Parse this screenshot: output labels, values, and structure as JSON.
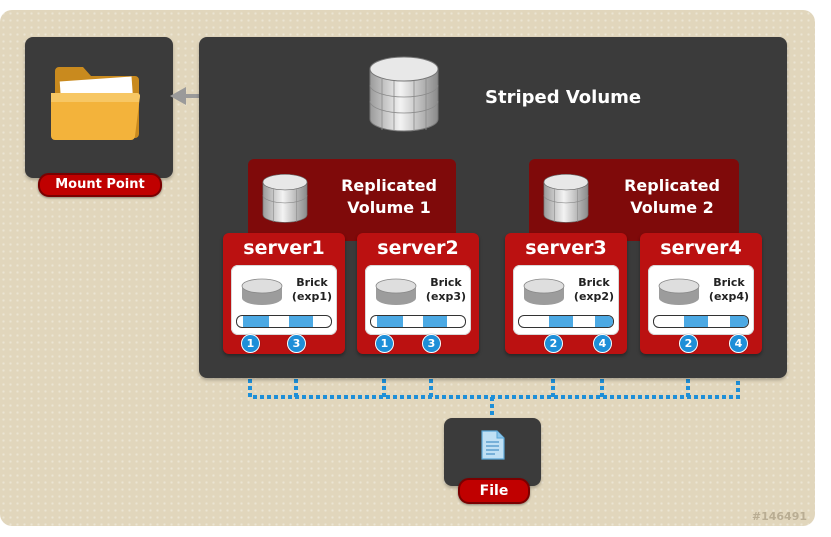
{
  "mount_point": {
    "label": "Mount Point",
    "icon": "folder-icon"
  },
  "striped_volume": {
    "label": "Striped Volume",
    "icon": "disk-stack-icon"
  },
  "replicated_volumes": [
    {
      "label_line1": "Replicated",
      "label_line2": "Volume 1"
    },
    {
      "label_line1": "Replicated",
      "label_line2": "Volume 2"
    }
  ],
  "servers": [
    {
      "name": "server1",
      "brick_line1": "Brick",
      "brick_line2": "(exp1)",
      "badges": [
        "1",
        "3"
      ]
    },
    {
      "name": "server2",
      "brick_line1": "Brick",
      "brick_line2": "(exp3)",
      "badges": [
        "1",
        "3"
      ]
    },
    {
      "name": "server3",
      "brick_line1": "Brick",
      "brick_line2": "(exp2)",
      "badges": [
        "2",
        "4"
      ]
    },
    {
      "name": "server4",
      "brick_line1": "Brick",
      "brick_line2": "(exp4)",
      "badges": [
        "2",
        "4"
      ]
    }
  ],
  "file": {
    "label": "File",
    "icon": "document-icon"
  },
  "watermark": "#146491",
  "colors": {
    "background": "#e1d6bc",
    "panel": "#3b3b3b",
    "server_red": "#bb1111",
    "replica_group": "#7f0a0a",
    "accent_blue": "#1e8fd8",
    "arrow_gray": "#9a9a9a"
  }
}
